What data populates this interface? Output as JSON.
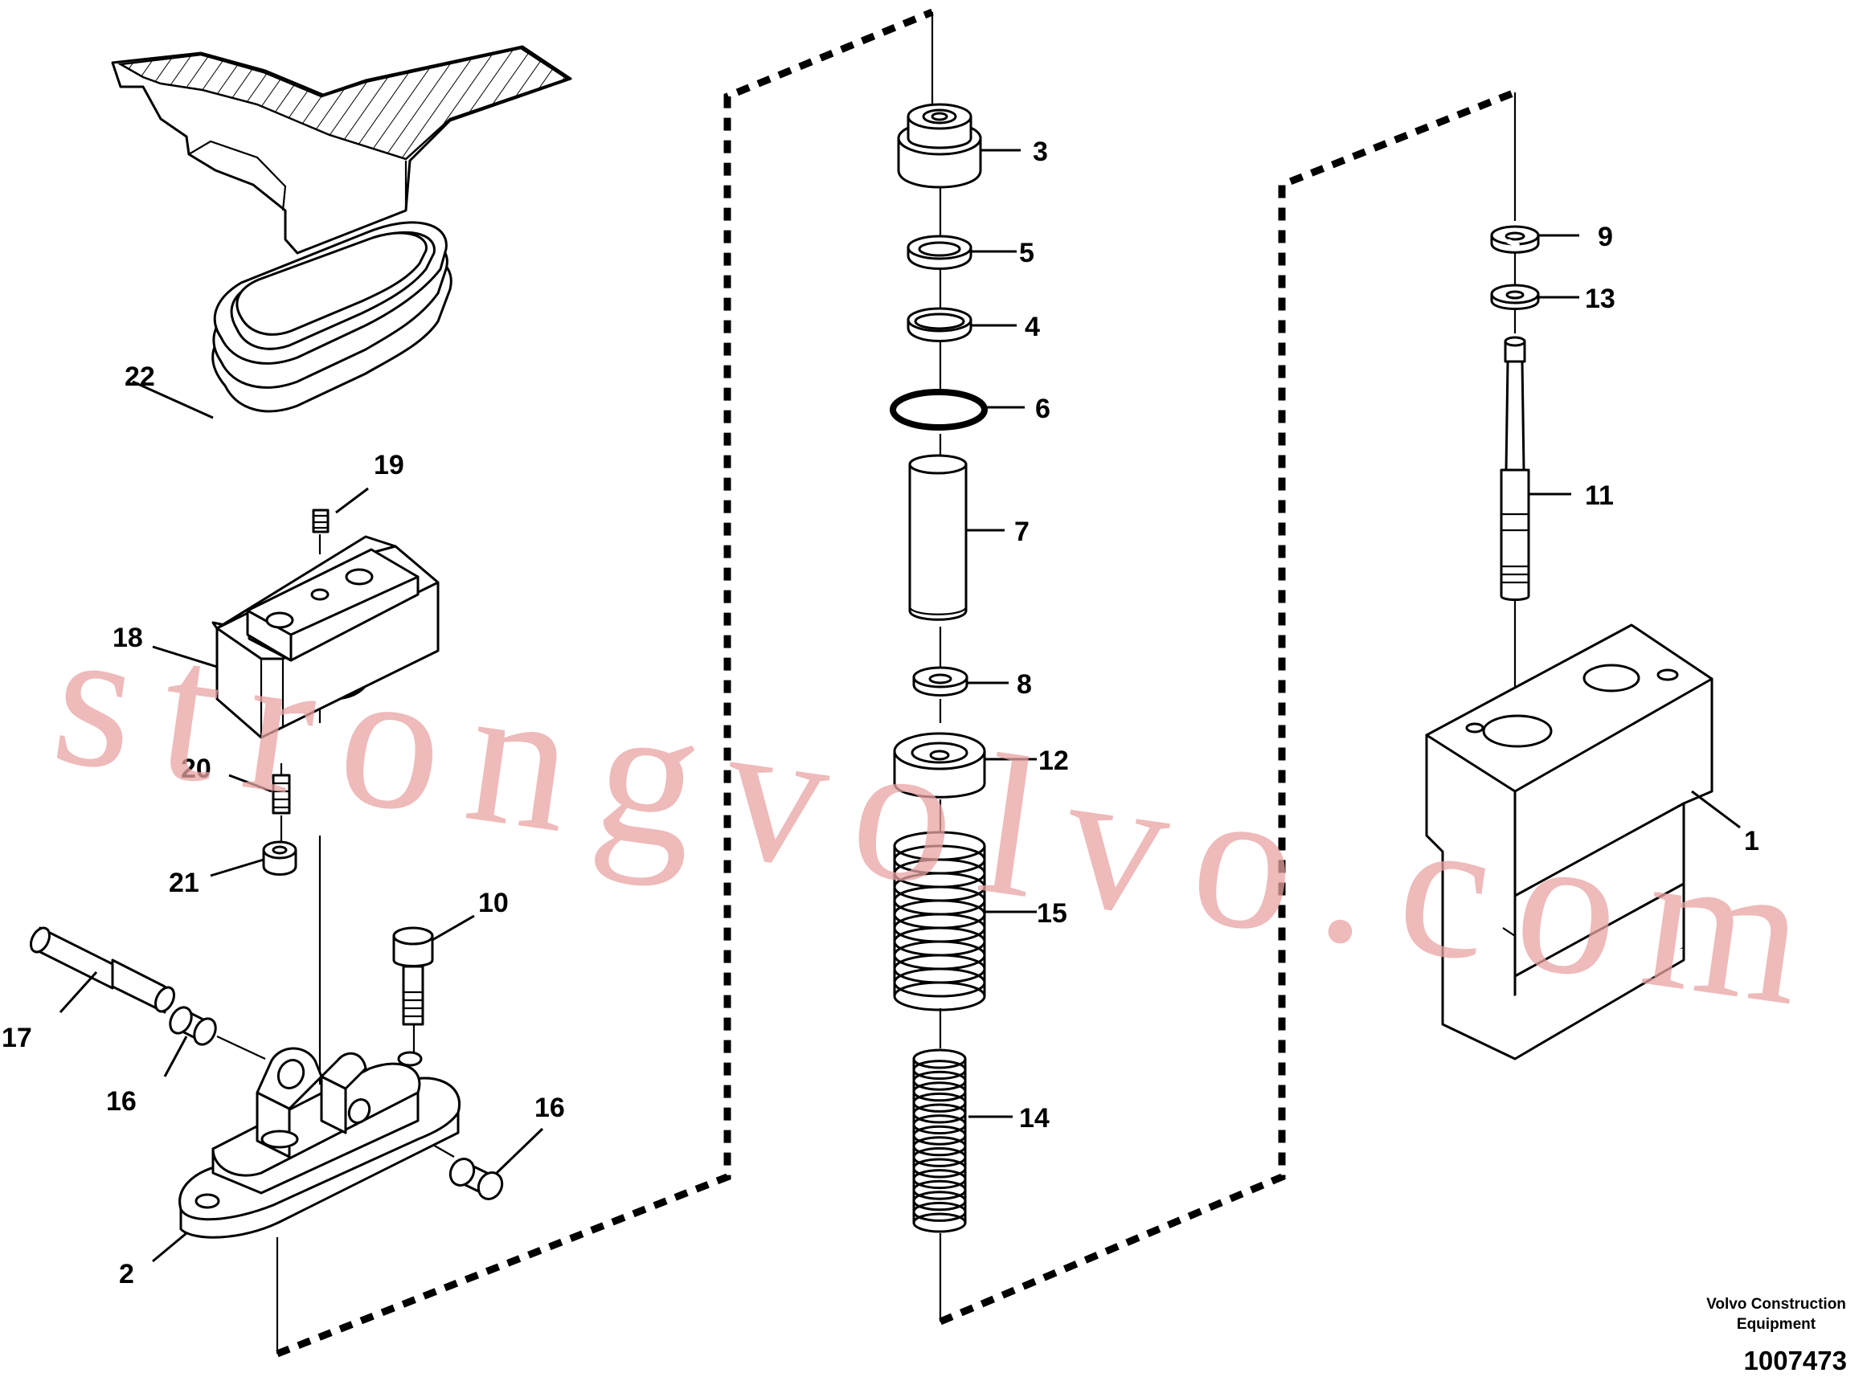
{
  "diagram": {
    "callouts": [
      {
        "id": "1",
        "label": "1"
      },
      {
        "id": "2",
        "label": "2"
      },
      {
        "id": "3",
        "label": "3"
      },
      {
        "id": "4",
        "label": "4"
      },
      {
        "id": "5",
        "label": "5"
      },
      {
        "id": "6",
        "label": "6"
      },
      {
        "id": "7",
        "label": "7"
      },
      {
        "id": "8",
        "label": "8"
      },
      {
        "id": "9",
        "label": "9"
      },
      {
        "id": "10",
        "label": "10"
      },
      {
        "id": "11",
        "label": "11"
      },
      {
        "id": "12",
        "label": "12"
      },
      {
        "id": "13",
        "label": "13"
      },
      {
        "id": "14",
        "label": "14"
      },
      {
        "id": "15",
        "label": "15"
      },
      {
        "id": "16a",
        "label": "16"
      },
      {
        "id": "16b",
        "label": "16"
      },
      {
        "id": "17",
        "label": "17"
      },
      {
        "id": "18",
        "label": "18"
      },
      {
        "id": "19",
        "label": "19"
      },
      {
        "id": "20",
        "label": "20"
      },
      {
        "id": "21",
        "label": "21"
      },
      {
        "id": "22",
        "label": "22"
      }
    ]
  },
  "watermark": "strongvolvo.com",
  "footer": {
    "company_line1": "Volvo Construction",
    "company_line2": "Equipment",
    "drawing_number": "1007473"
  }
}
